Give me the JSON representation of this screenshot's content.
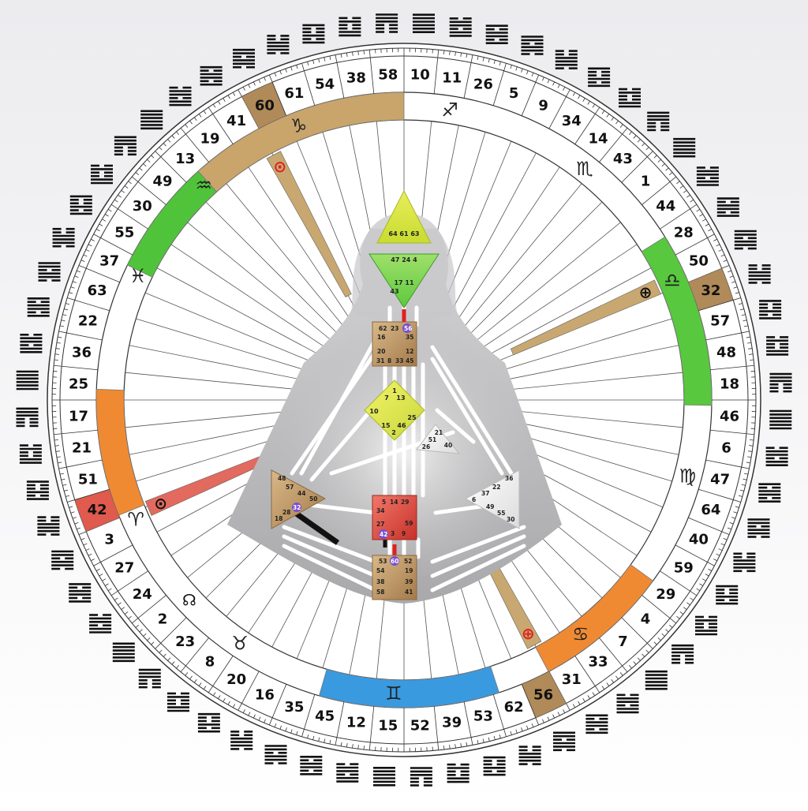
{
  "wheel": {
    "gates_clockwise_from_top": [
      10,
      11,
      26,
      5,
      9,
      34,
      14,
      43,
      1,
      44,
      28,
      50,
      32,
      57,
      48,
      18,
      46,
      6,
      47,
      64,
      40,
      59,
      29,
      4,
      7,
      33,
      31,
      56,
      62,
      53,
      39,
      52,
      15,
      12,
      45,
      35,
      16,
      20,
      8,
      23,
      2,
      24,
      27,
      3,
      42,
      51,
      21,
      17,
      25,
      36,
      22,
      63,
      37,
      55,
      30,
      49,
      13,
      19,
      41,
      60,
      61,
      54,
      38,
      58
    ],
    "highlighted_gates": [
      {
        "gate": "60",
        "color": "#b08a58"
      },
      {
        "gate": "32",
        "color": "#b08a58"
      },
      {
        "gate": "42",
        "color": "#e05a4e"
      },
      {
        "gate": "56",
        "color": "#b08a58"
      }
    ],
    "signs": [
      {
        "glyph": "♑",
        "name": "capricorn-glyph"
      },
      {
        "glyph": "♐",
        "name": "sagittarius-glyph"
      },
      {
        "glyph": "♏",
        "name": "scorpio-glyph"
      },
      {
        "glyph": "♎",
        "name": "libra-glyph"
      },
      {
        "glyph": "♍",
        "name": "virgo-glyph"
      },
      {
        "glyph": "♋",
        "name": "cancer-glyph"
      },
      {
        "glyph": "♊",
        "name": "gemini-glyph"
      },
      {
        "glyph": "♉",
        "name": "taurus-glyph"
      },
      {
        "glyph": "♈",
        "name": "aries-glyph"
      },
      {
        "glyph": "♓",
        "name": "pisces-glyph"
      },
      {
        "glyph": "♒",
        "name": "aquarius-glyph"
      }
    ],
    "planet_markers": [
      {
        "glyph": "⊙",
        "color": "#e02020",
        "name": "sun-red-glyph"
      },
      {
        "glyph": "⊕",
        "color": "#111111",
        "name": "earth-black-glyph"
      },
      {
        "glyph": "⊙",
        "color": "#111111",
        "name": "sun-black-glyph"
      },
      {
        "glyph": "⊕",
        "color": "#e02020",
        "name": "earth-red-glyph"
      },
      {
        "glyph": "☊",
        "color": "#111111",
        "name": "node-glyph"
      }
    ]
  },
  "bodygraph": {
    "head": "64 61 63",
    "ajna_top": "47 24 4",
    "ajna_bottom": "17 11",
    "ajna_last": "43",
    "throat": [
      "62",
      "23",
      "56",
      "16",
      "35",
      "20",
      "12",
      "31",
      "8",
      "33",
      "45"
    ],
    "g_center": [
      "1",
      "7",
      "13",
      "10",
      "25",
      "15",
      "46",
      "2"
    ],
    "ego": [
      "21",
      "51",
      "26",
      "40"
    ],
    "spleen": [
      "48",
      "57",
      "44",
      "50",
      "32",
      "28",
      "18"
    ],
    "sacral": [
      "5",
      "14",
      "29",
      "34",
      "27",
      "59",
      "42",
      "3",
      "9"
    ],
    "solar_plexus": [
      "36",
      "22",
      "37",
      "6",
      "49",
      "55",
      "30"
    ],
    "root": [
      "53",
      "60",
      "52",
      "54",
      "19",
      "38",
      "39",
      "58",
      "41"
    ]
  }
}
